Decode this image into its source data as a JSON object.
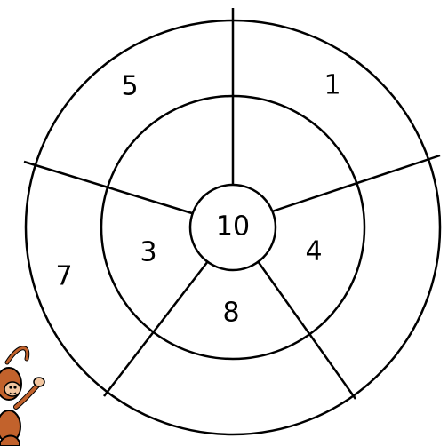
{
  "target": {
    "center_value": "10",
    "inner_ring_values": [
      "4",
      "8",
      "3"
    ],
    "outer_ring_values": [
      "1",
      "5",
      "7"
    ]
  },
  "mascot": {
    "icon": "monkey-icon",
    "colors": {
      "fur": "#c2622c",
      "face": "#f2c6a0",
      "outline": "#000000"
    }
  }
}
